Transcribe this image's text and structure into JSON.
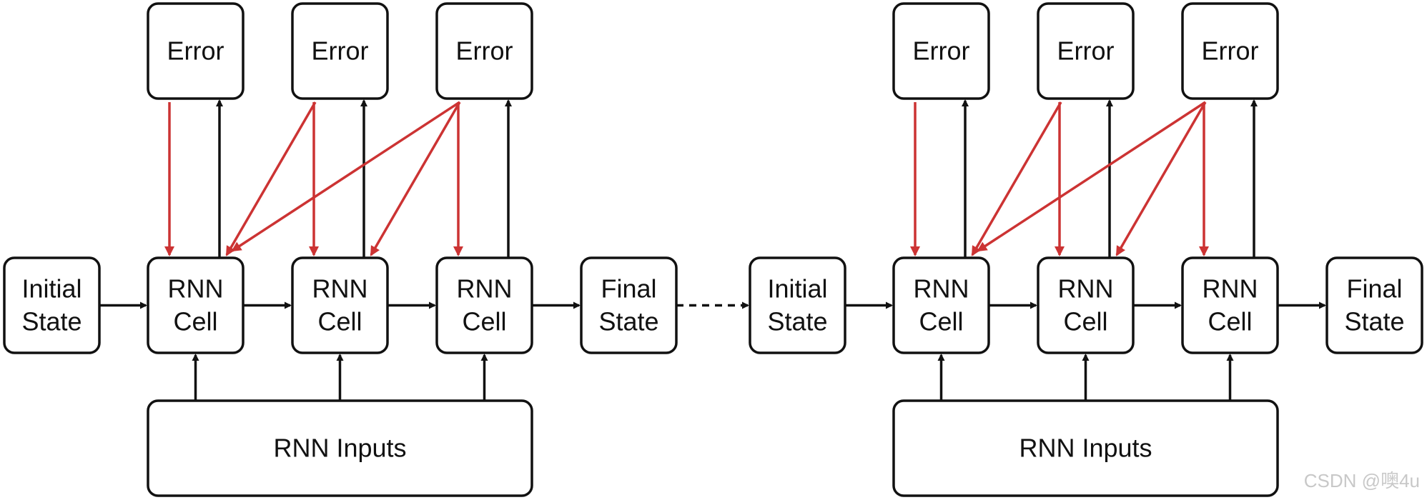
{
  "labels": {
    "error": "Error",
    "rnn_cell_line1": "RNN",
    "rnn_cell_line2": "Cell",
    "initial_state_line1": "Initial",
    "initial_state_line2": "State",
    "final_state_line1": "Final",
    "final_state_line2": "State",
    "rnn_inputs": "RNN Inputs"
  },
  "colors": {
    "forward_arrow": "#111111",
    "error_gradient_arrow": "#cc3333"
  },
  "watermark": "CSDN @噢4u"
}
